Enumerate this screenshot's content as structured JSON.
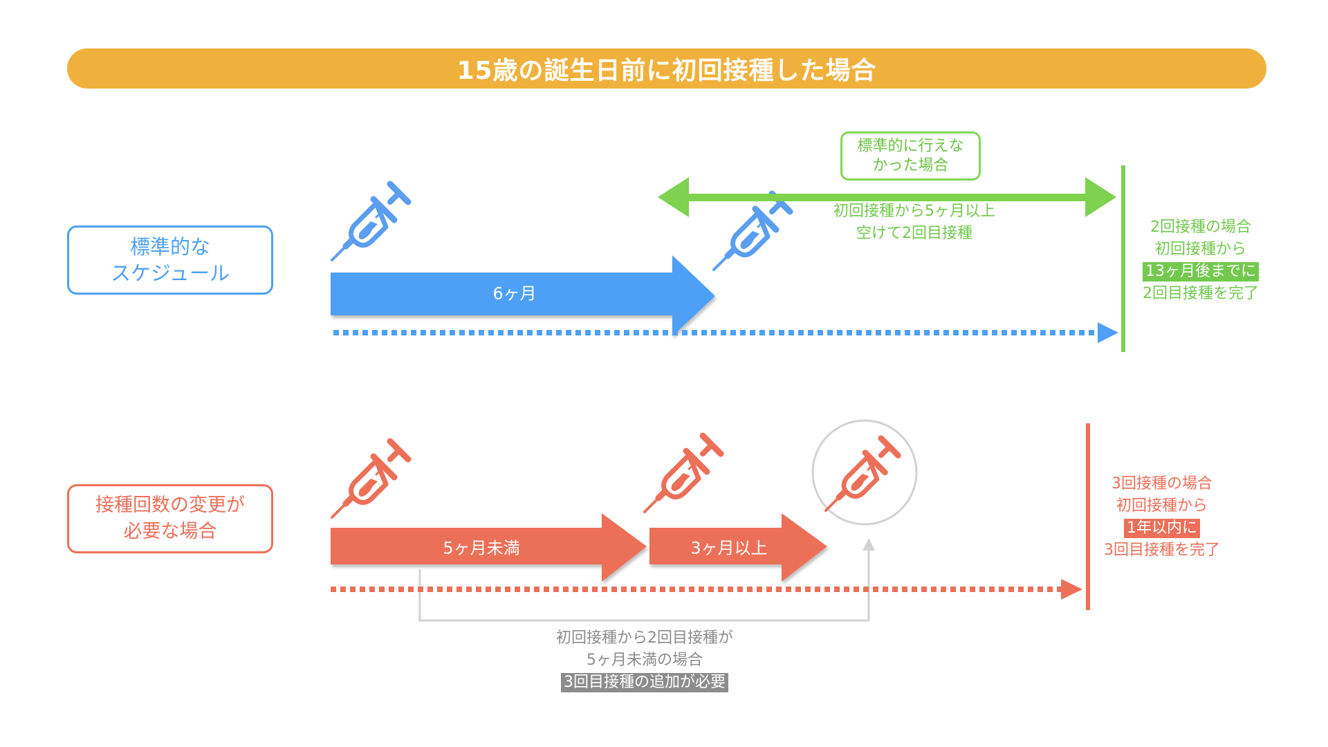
{
  "title": "15歳の誕生日前に初回接種した場合",
  "colors": {
    "title_bg": "#F0B13C",
    "blue": "#4DA0F5",
    "green": "#7ED24F",
    "red": "#EC6F58",
    "gray": "#CCCCCC",
    "gray_text": "#8C8C8C"
  },
  "standard_row": {
    "label": "標準的な\nスケジュール",
    "interval_label": "6ヶ月",
    "alt_box": "標準的に行えな\nかった場合",
    "alt_note_lines": [
      "初回接種から5ヶ月以上",
      "空けて2回目接種"
    ],
    "deadline_lines": [
      "2回接種の場合",
      "初回接種から"
    ],
    "deadline_highlight": "13ヶ月後までに",
    "deadline_last": "2回目接種を完了",
    "syringe_icon": "syringe-icon"
  },
  "changed_row": {
    "label": "接種回数の変更が\n必要な場合",
    "interval1_label": "5ヶ月未満",
    "interval2_label": "3ヶ月以上",
    "deadline_lines": [
      "3回接種の場合",
      "初回接種から"
    ],
    "deadline_highlight": "1年以内に",
    "deadline_last": "3回目接種を完了",
    "bracket_note_lines": [
      "初回接種から2回目接種が",
      "5ヶ月未満の場合"
    ],
    "bracket_highlight": "3回目接種の追加が必要",
    "syringe_icon": "syringe-icon"
  }
}
